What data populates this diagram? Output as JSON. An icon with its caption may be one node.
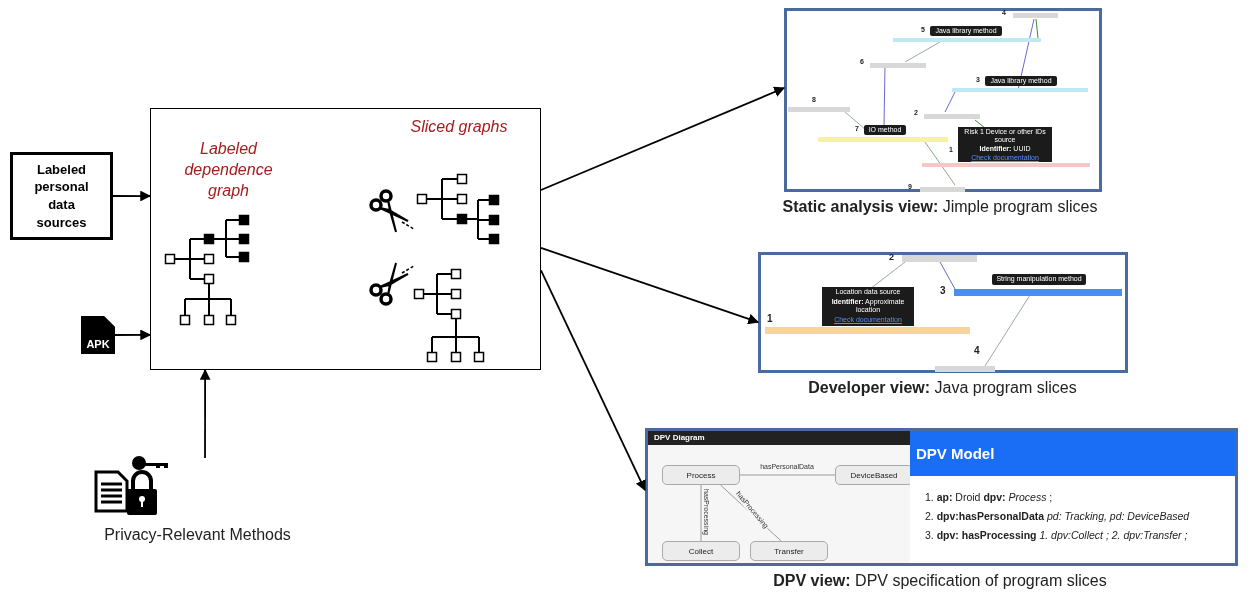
{
  "diagram": {
    "nodes": [
      {
        "text": [
          "Labeled personal data sources"
        ]
      },
      {
        "text": [
          "APK"
        ]
      },
      {
        "text": [
          "Labeled dependence graph",
          "Sliced graphs"
        ]
      },
      {
        "text": [
          "Privacy-Relevant Methods"
        ]
      },
      {
        "text": [
          "**Static analysis view:** Jimple program slices"
        ]
      },
      {
        "text": [
          "**Developer view:** Java program slices"
        ]
      },
      {
        "text": [
          "**DPV view:** DPV specification of program slices"
        ]
      },
      {
        "text": [
          "Process"
        ],
        "in": 6
      },
      {
        "text": [
          "DeviceBased"
        ],
        "in": 6
      },
      {
        "text": [
          "Collect"
        ],
        "in": 6
      },
      {
        "text": [
          "Transfer"
        ],
        "in": 6
      }
    ],
    "edges": [
      {
        "from": 0,
        "to": 2,
        "arrow": "to"
      },
      {
        "from": 1,
        "to": 2,
        "arrow": "to"
      },
      {
        "from": 3,
        "to": 2,
        "arrow": "to"
      },
      {
        "from": 2,
        "to": 4,
        "arrow": "to"
      },
      {
        "from": 2,
        "to": 5,
        "arrow": "to"
      },
      {
        "from": 2,
        "to": 6,
        "arrow": "to"
      },
      {
        "from": 7,
        "to": 8,
        "arrow": "none",
        "label": "hasPersonalData",
        "color": "#999999"
      },
      {
        "from": 7,
        "to": 9,
        "arrow": "none",
        "label": "hasProcessing",
        "color": "#999999"
      },
      {
        "from": 7,
        "to": 10,
        "arrow": "none",
        "label": "hasProcessing",
        "color": "#999999"
      }
    ],
    "labels": [
      "4",
      "5",
      "Java library method",
      "6",
      "3",
      "Java library method",
      "8",
      "2",
      "7",
      "IO method",
      "Risk 1 Device or other IDs source",
      "1",
      "**Identifier:** UUID",
      "Check documentation",
      "9",
      "2",
      "String manipulation method",
      "Location data source",
      "3",
      "**Identifier:** Approximate location",
      "Check documentation",
      "1",
      "4",
      "DPV Diagram",
      "DPV Model",
      "1. **ap:** Droid **dpv:** *Process* ;",
      "2. **dpv:hasPersonalData** *pd: Tracking, pd: DeviceBased*",
      "3. **dpv: hasProcessing** *1. dpv:Collect ; 2. dpv:Transfer ;*"
    ]
  }
}
